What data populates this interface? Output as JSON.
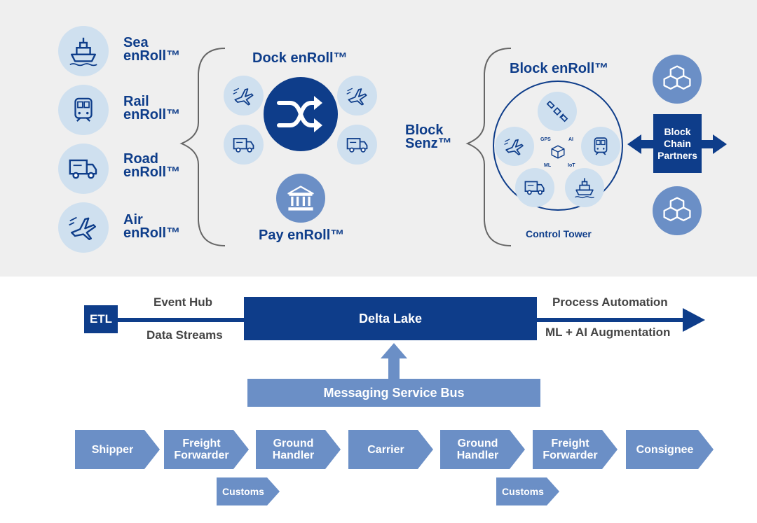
{
  "modes": [
    {
      "line1": "Sea",
      "line2": "enRoll™",
      "icon": "ship-icon"
    },
    {
      "line1": "Rail",
      "line2": "enRoll™",
      "icon": "train-icon"
    },
    {
      "line1": "Road",
      "line2": "enRoll™",
      "icon": "truck-icon"
    },
    {
      "line1": "Air",
      "line2": "enRoll™",
      "icon": "plane-icon"
    }
  ],
  "dock": {
    "title": "Dock enRoll™",
    "icon": "shuffle-icon"
  },
  "pay": {
    "title": "Pay enRoll™",
    "icon": "bank-icon"
  },
  "blocksenz": {
    "line1": "Block",
    "line2": "Senz™"
  },
  "block": {
    "title": "Block enRoll™",
    "tech_labels": [
      "GPS",
      "AI",
      "ML",
      "IoT"
    ],
    "control_tower": "Control Tower",
    "partners": [
      "Block",
      "Chain",
      "Partners"
    ]
  },
  "pipeline": {
    "etl": "ETL",
    "event_hub": "Event Hub",
    "data_streams": "Data Streams",
    "delta_lake": "Delta Lake",
    "process_automation": "Process Automation",
    "ml_ai": "ML + AI Augmentation",
    "messaging_bus": "Messaging Service Bus"
  },
  "chain": [
    {
      "line1": "Shipper",
      "line2": ""
    },
    {
      "line1": "Freight",
      "line2": "Forwarder"
    },
    {
      "line1": "Ground",
      "line2": "Handler"
    },
    {
      "line1": "Carrier",
      "line2": ""
    },
    {
      "line1": "Ground",
      "line2": "Handler"
    },
    {
      "line1": "Freight",
      "line2": "Forwarder"
    },
    {
      "line1": "Consignee",
      "line2": ""
    }
  ],
  "customs": [
    "Customs",
    "Customs"
  ],
  "colors": {
    "navy": "#0e3d8a",
    "light_blue": "#cfe0ef",
    "mid_blue": "#6b8fc6",
    "panel": "#efefef"
  }
}
